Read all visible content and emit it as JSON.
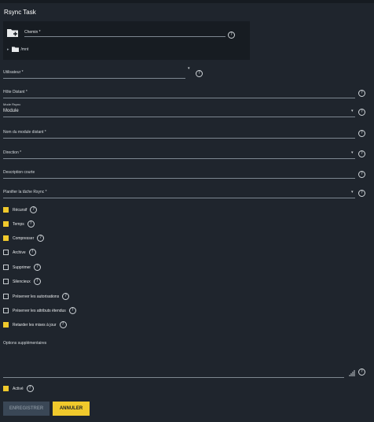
{
  "title": "Rsync Task",
  "path": {
    "label": "Chemin *",
    "tree_root": "/mnt"
  },
  "fields": {
    "user": {
      "label": "Utilisateur *"
    },
    "remote_host": {
      "label": "Hôte Distant *"
    },
    "mode": {
      "label": "Mode Rsync",
      "value": "Module"
    },
    "remote_module": {
      "label": "Nom du module distant *"
    },
    "direction": {
      "label": "Direction *"
    },
    "description": {
      "label": "Description courte"
    },
    "schedule": {
      "label": "Planifier la tâche Rsync *"
    },
    "extra": {
      "label": "Options supplémentaires"
    }
  },
  "options": [
    {
      "label": "Récursif",
      "checked": true
    },
    {
      "label": "Temps",
      "checked": true
    },
    {
      "label": "Compresser",
      "checked": true
    },
    {
      "label": "Archive",
      "checked": false
    },
    {
      "label": "Supprimer",
      "checked": false
    },
    {
      "label": "Silencieux",
      "checked": false
    },
    {
      "label": "Préserver les autorisations",
      "checked": false
    },
    {
      "label": "Préserver les attributs étendus",
      "checked": false
    },
    {
      "label": "Retarder les mises à jour",
      "checked": true
    }
  ],
  "enabled": {
    "label": "Activé",
    "checked": true
  },
  "buttons": {
    "save": "ENREGISTRER",
    "cancel": "ANNULER"
  },
  "help_glyph": "?",
  "caret_glyph": "▾",
  "tree_chevron_glyph": "▸",
  "colors": {
    "accent": "#f0c92c",
    "background": "#1f252d",
    "panel": "#171c22",
    "disabled_button": "#3a4756"
  }
}
